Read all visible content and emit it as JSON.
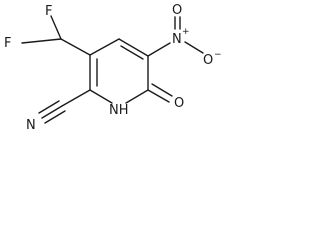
{
  "molecule": {
    "atoms": {
      "f_top": "F",
      "f_left": "F",
      "n_nitro": "N",
      "nitro_n_charge": "+",
      "o_nitro_top": "O",
      "o_nitro_right": "O",
      "o_nitro_charge": "−",
      "n_nitrile": "N",
      "nh_ring": "NH",
      "o_carbonyl": "O"
    }
  }
}
